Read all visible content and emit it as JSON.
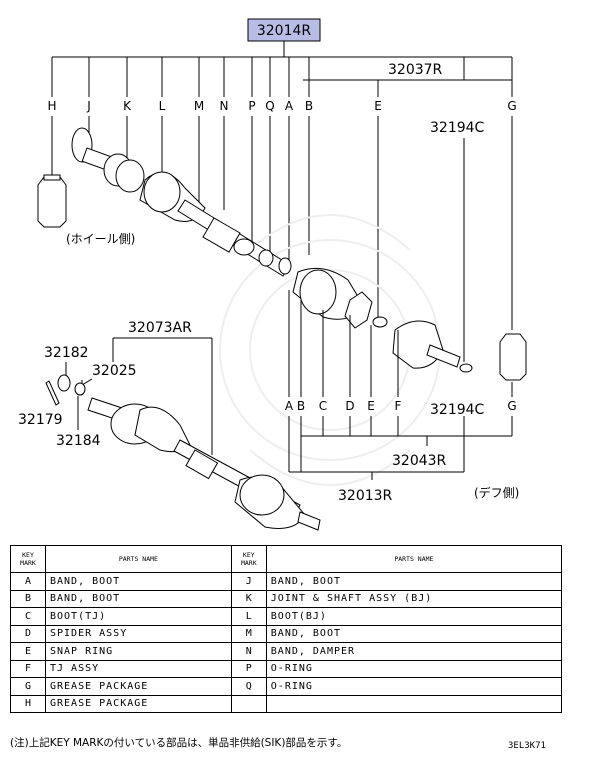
{
  "assembly": {
    "main_part": "32014R",
    "sub_assy_inner": "32037R",
    "sub_assy_outer": "32043R",
    "sub_assy_lower": "32013R",
    "grease_upper": "32194C",
    "grease_lower": "32194C",
    "wheel_side_label": "(ホイール側)",
    "diff_side_label": "(デフ側)"
  },
  "top_keys": [
    "H",
    "J",
    "K",
    "L",
    "M",
    "N",
    "P",
    "Q",
    "A",
    "B",
    "E",
    "G"
  ],
  "bottom_keys": [
    "A",
    "B",
    "C",
    "D",
    "E",
    "F",
    "G"
  ],
  "second_shaft": {
    "assy": "32073AR",
    "nut": "32182",
    "washer": "32025",
    "pin": "32179",
    "washer2": "32184"
  },
  "legend": {
    "key_mark_header": "KEY MARK",
    "parts_name_header": "PARTS NAME",
    "left": [
      {
        "key": "A",
        "name": "BAND, BOOT"
      },
      {
        "key": "B",
        "name": "BAND, BOOT"
      },
      {
        "key": "C",
        "name": "BOOT(TJ)"
      },
      {
        "key": "D",
        "name": "SPIDER ASSY"
      },
      {
        "key": "E",
        "name": "SNAP RING"
      },
      {
        "key": "F",
        "name": "TJ ASSY"
      },
      {
        "key": "G",
        "name": "GREASE PACKAGE"
      },
      {
        "key": "H",
        "name": "GREASE PACKAGE"
      }
    ],
    "right": [
      {
        "key": "J",
        "name": "BAND, BOOT"
      },
      {
        "key": "K",
        "name": "JOINT & SHAFT ASSY (BJ)"
      },
      {
        "key": "L",
        "name": "BOOT(BJ)"
      },
      {
        "key": "M",
        "name": "BAND, BOOT"
      },
      {
        "key": "N",
        "name": "BAND, DAMPER"
      },
      {
        "key": "P",
        "name": "O-RING"
      },
      {
        "key": "Q",
        "name": "O-RING"
      },
      {
        "key": "",
        "name": ""
      }
    ]
  },
  "footnote": "(注)上記KEY MARKの付いている部品は、単品非供給(SIK)部品を示す。",
  "figure_code": "3EL3K71"
}
